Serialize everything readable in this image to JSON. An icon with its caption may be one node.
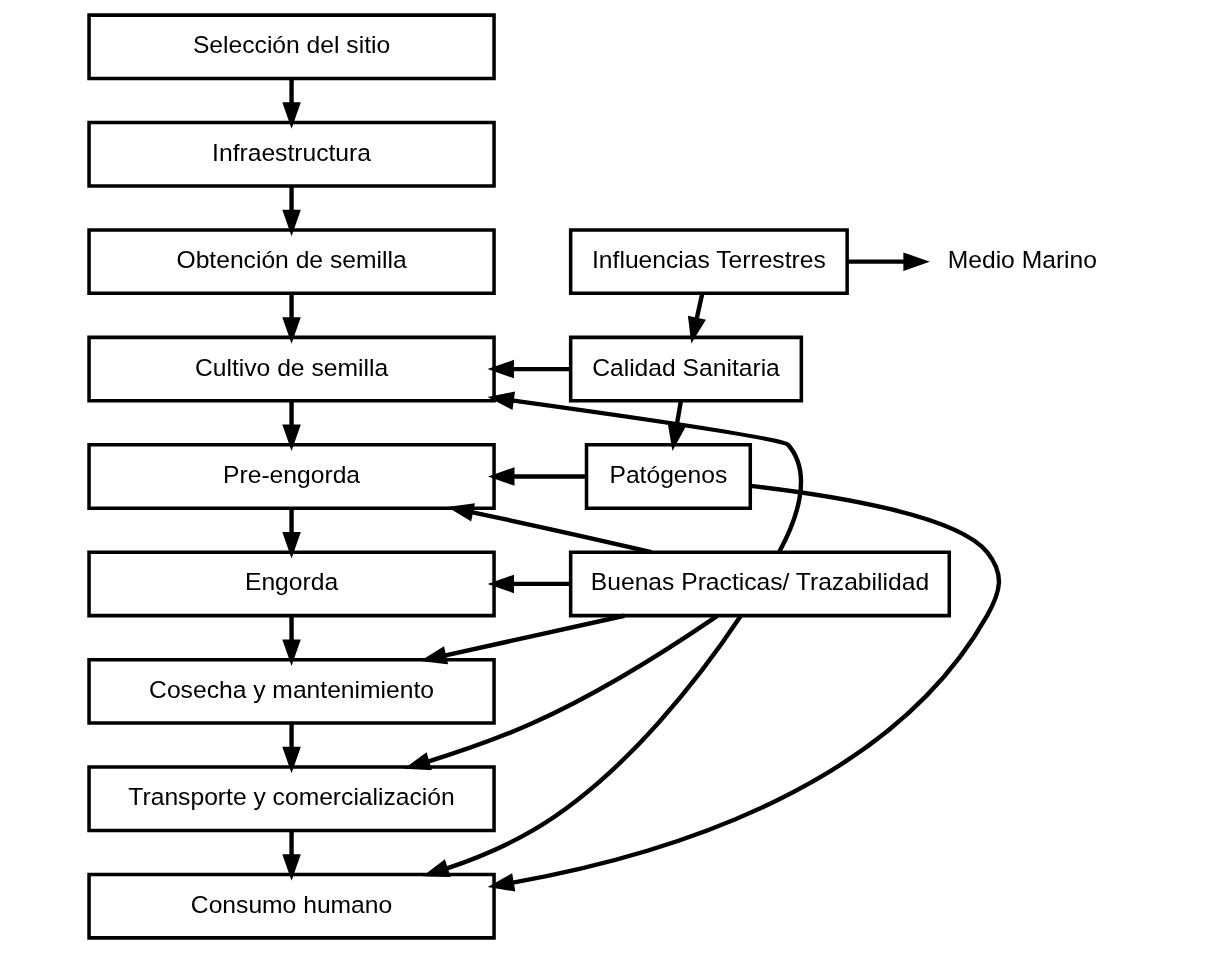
{
  "diagram": {
    "nodes": [
      {
        "text": [
          "Selección del sitio"
        ]
      },
      {
        "text": [
          "Infraestructura"
        ]
      },
      {
        "text": [
          "Obtención de semilla"
        ]
      },
      {
        "text": [
          "Cultivo de semilla"
        ]
      },
      {
        "text": [
          "Pre-engorda"
        ]
      },
      {
        "text": [
          "Engorda"
        ]
      },
      {
        "text": [
          "Cosecha y mantenimiento"
        ]
      },
      {
        "text": [
          "Transporte y comercialización"
        ]
      },
      {
        "text": [
          "Consumo humano"
        ]
      },
      {
        "text": [
          "Medio Marino"
        ]
      },
      {
        "text": [
          "Influencias Terrestres"
        ]
      },
      {
        "text": [
          "Calidad Sanitaria"
        ]
      },
      {
        "text": [
          "Patógenos"
        ]
      },
      {
        "text": [
          "Buenas Practicas/ Trazabilidad"
        ]
      }
    ],
    "edges": [
      {
        "from": 0,
        "to": 1,
        "arrow": "to"
      },
      {
        "from": 1,
        "to": 2,
        "arrow": "to"
      },
      {
        "from": 2,
        "to": 3,
        "arrow": "to"
      },
      {
        "from": 3,
        "to": 4,
        "arrow": "to"
      },
      {
        "from": 4,
        "to": 5,
        "arrow": "to"
      },
      {
        "from": 5,
        "to": 6,
        "arrow": "to"
      },
      {
        "from": 6,
        "to": 7,
        "arrow": "to"
      },
      {
        "from": 7,
        "to": 8,
        "arrow": "to"
      },
      {
        "from": 10,
        "to": 9,
        "arrow": "to"
      },
      {
        "from": 10,
        "to": 11,
        "arrow": "to"
      },
      {
        "from": 11,
        "to": 3,
        "arrow": "to"
      },
      {
        "from": 11,
        "to": 12,
        "arrow": "to"
      },
      {
        "from": 12,
        "to": 4,
        "arrow": "to"
      },
      {
        "from": 12,
        "to": 8,
        "arrow": "to"
      },
      {
        "from": 13,
        "to": 3,
        "arrow": "to"
      },
      {
        "from": 13,
        "to": 4,
        "arrow": "to"
      },
      {
        "from": 13,
        "to": 5,
        "arrow": "to"
      },
      {
        "from": 13,
        "to": 6,
        "arrow": "to"
      },
      {
        "from": 13,
        "to": 7,
        "arrow": "to"
      },
      {
        "from": 13,
        "to": 8,
        "arrow": "to"
      }
    ]
  }
}
